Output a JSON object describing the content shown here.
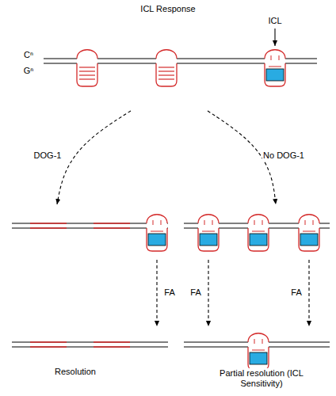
{
  "diagram": {
    "title": "ICL Response",
    "labels": [
      "ICL",
      "Cⁿ",
      "Gⁿ",
      "DOG-1",
      "No DOG-1",
      "FA",
      "FA",
      "FA",
      "Resolution",
      "Partial resolution (ICL Sensitivity)"
    ]
  }
}
